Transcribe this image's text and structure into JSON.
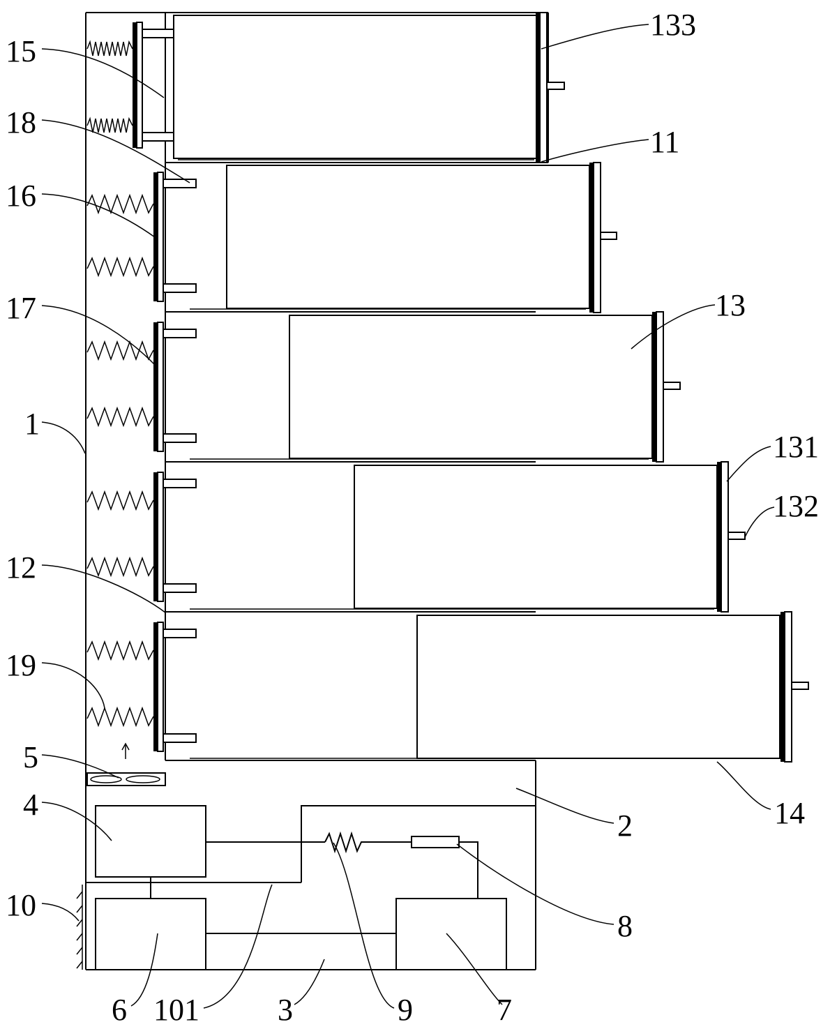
{
  "labels": {
    "l15": "15",
    "l18": "18",
    "l16": "16",
    "l17": "17",
    "l1": "1",
    "l12": "12",
    "l19": "19",
    "l5": "5",
    "l4": "4",
    "l10": "10",
    "l6": "6",
    "l101": "101",
    "l3": "3",
    "l9": "9",
    "l7": "7",
    "l8": "8",
    "l2": "2",
    "l14": "14",
    "l132": "132",
    "l131": "131",
    "l13": "13",
    "l11": "11",
    "l133": "133"
  },
  "drawing": {
    "line_color": "#000000",
    "background": "#ffffff",
    "drawer_count": 5,
    "spring_pairs": 5
  }
}
